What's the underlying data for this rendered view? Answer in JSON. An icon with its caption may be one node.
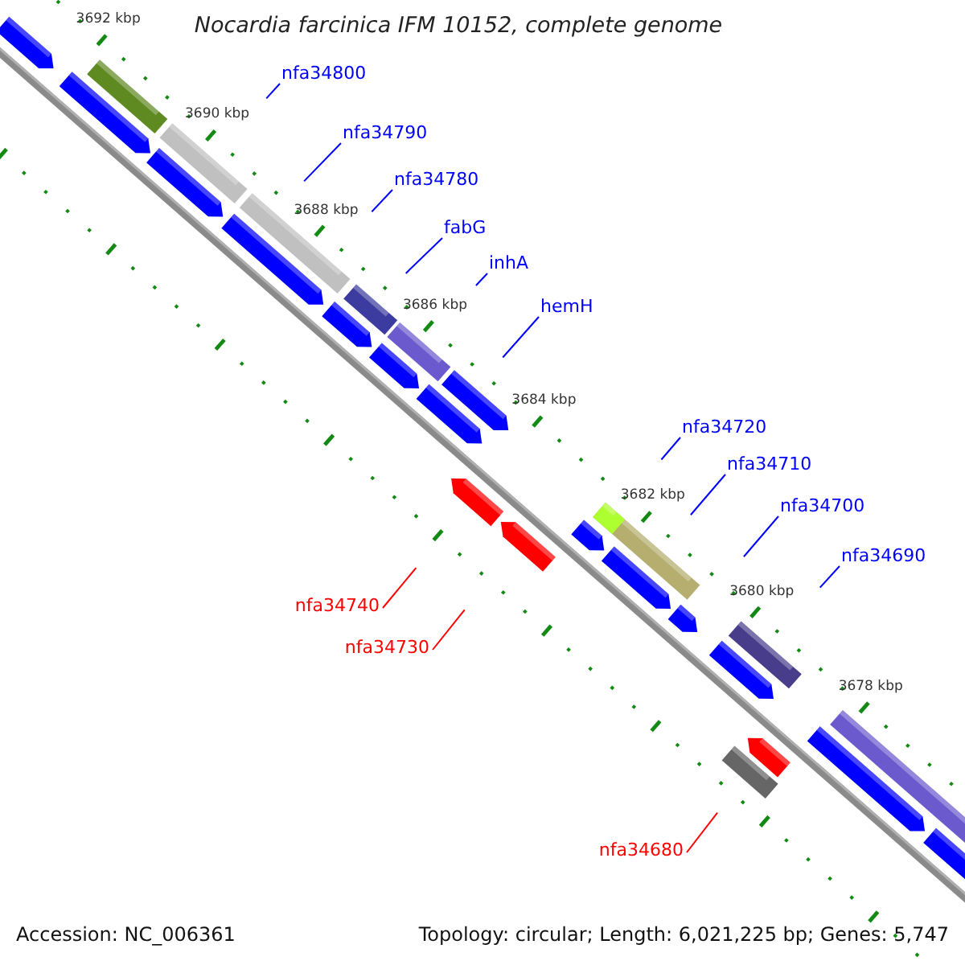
{
  "diagram": {
    "title": "Nocardia farcinica IFM 10152, complete genome",
    "nodes": [
      {
        "text": [
          "nfa34800"
        ]
      },
      {
        "text": [
          "nfa34790"
        ]
      },
      {
        "text": [
          "nfa34780"
        ]
      },
      {
        "text": [
          "fabG"
        ]
      },
      {
        "text": [
          "inhA"
        ]
      },
      {
        "text": [
          "hemH"
        ]
      },
      {
        "text": [
          "nfa34720"
        ]
      },
      {
        "text": [
          "nfa34710"
        ]
      },
      {
        "text": [
          "nfa34700"
        ]
      },
      {
        "text": [
          "nfa34690"
        ]
      },
      {
        "text": [
          "nfa34740"
        ]
      },
      {
        "text": [
          "nfa34730"
        ]
      },
      {
        "text": [
          "nfa34680"
        ]
      }
    ],
    "edges": [
      {
        "from": 0,
        "to": null,
        "arrow": "none"
      },
      {
        "from": 1,
        "to": null,
        "arrow": "none"
      },
      {
        "from": 2,
        "to": null,
        "arrow": "none"
      },
      {
        "from": 3,
        "to": null,
        "arrow": "none"
      },
      {
        "from": 4,
        "to": null,
        "arrow": "none"
      },
      {
        "from": 5,
        "to": null,
        "arrow": "none"
      },
      {
        "from": 6,
        "to": null,
        "arrow": "none"
      },
      {
        "from": 7,
        "to": null,
        "arrow": "none"
      },
      {
        "from": 8,
        "to": null,
        "arrow": "none"
      },
      {
        "from": 9,
        "to": null,
        "arrow": "none"
      },
      {
        "from": 10,
        "to": null,
        "arrow": "none",
        "color": "#ff0000"
      },
      {
        "from": 11,
        "to": null,
        "arrow": "none",
        "color": "#ff0000"
      },
      {
        "from": 12,
        "to": null,
        "arrow": "none",
        "color": "#ff0000"
      }
    ],
    "labels": [
      "3692 kbp",
      "3690 kbp",
      "3688 kbp",
      "3686 kbp",
      "3684 kbp",
      "3682 kbp",
      "3680 kbp",
      "3678 kbp",
      "Accession: NC_006361",
      "Topology: circular; Length: 6,021,225 bp; Genes: 5,747"
    ]
  }
}
